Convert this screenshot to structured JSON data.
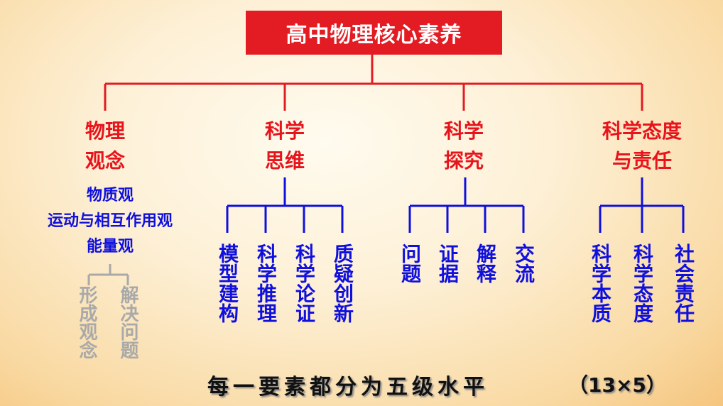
{
  "title": "高中物理核心素养",
  "categories": [
    {
      "line1": "物理",
      "line2": "观念"
    },
    {
      "line1": "科学",
      "line2": "思维"
    },
    {
      "line1": "科学",
      "line2": "探究"
    },
    {
      "line1": "科学态度",
      "line2": "与责任"
    }
  ],
  "physics_concepts": [
    "物质观",
    "运动与相互作用观",
    "能量观"
  ],
  "physics_outcomes": [
    "形成观念",
    "解决问题"
  ],
  "scientific_thinking": [
    "模型建构",
    "科学推理",
    "科学论证",
    "质疑创新"
  ],
  "scientific_inquiry": [
    "问题",
    "证据",
    "解释",
    "交流"
  ],
  "attitude_responsibility": [
    "科学本质",
    "科学态度",
    "社会责任"
  ],
  "footer": {
    "text": "每一要素都分为五级水平",
    "count": "（13×5）"
  },
  "colors": {
    "title_bg": "#e31b23",
    "category_text": "#e8141c",
    "item_text": "#1010dd",
    "outcome_text": "#a9a9a9"
  }
}
